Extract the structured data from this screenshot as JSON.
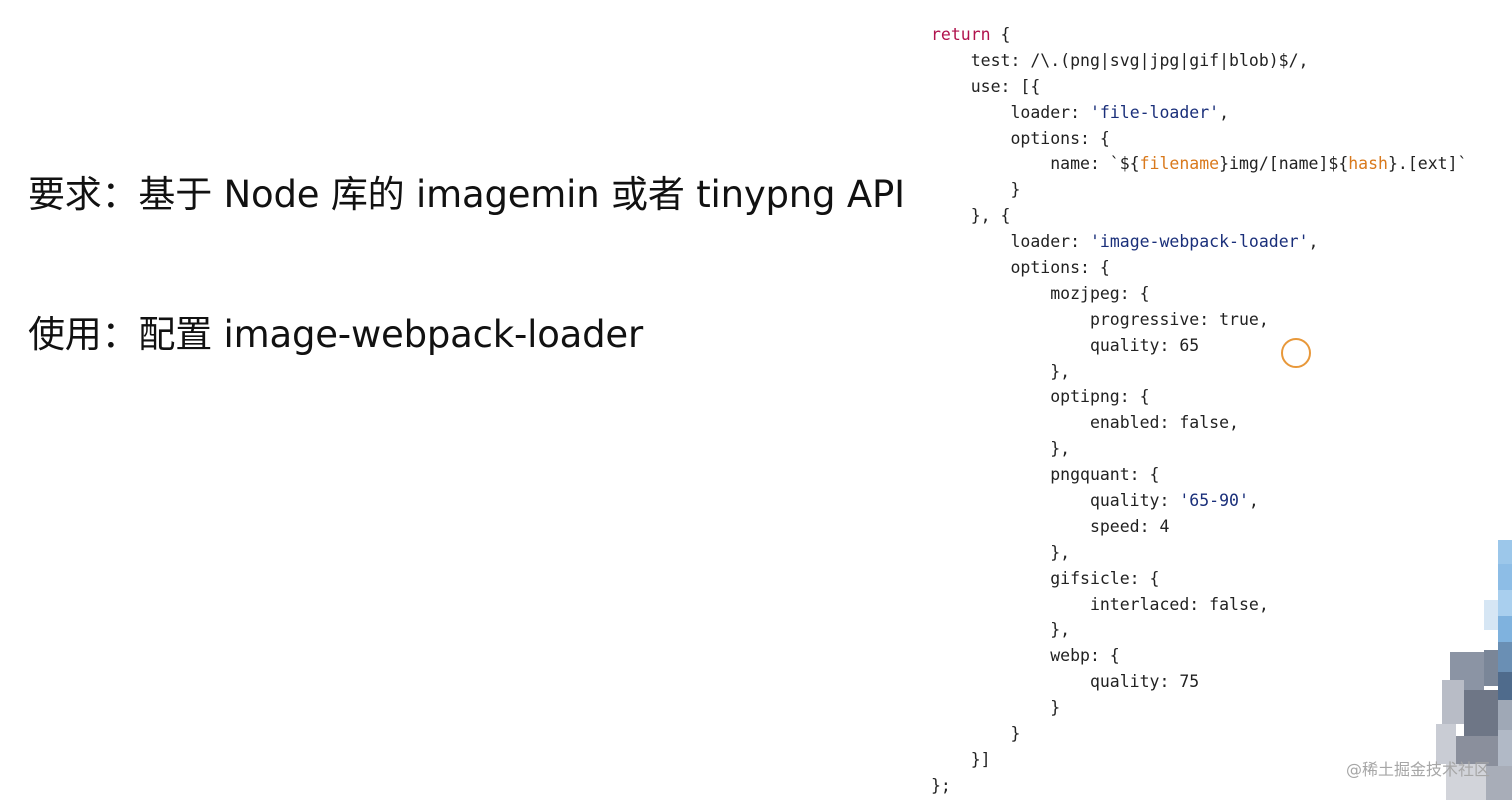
{
  "slide": {
    "requirement": "要求：基于 Node 库的 imagemin 或者 tinypng API",
    "usage": "使用：配置 image-webpack-loader"
  },
  "code_lines": [
    [
      {
        "t": "return",
        "c": "kw"
      },
      {
        "t": " {"
      }
    ],
    [
      {
        "t": "    test: /\\.(png|svg|jpg|gif|blob)$/,"
      }
    ],
    [
      {
        "t": "    use: [{"
      }
    ],
    [
      {
        "t": "        loader: "
      },
      {
        "t": "'file-loader'",
        "c": "str"
      },
      {
        "t": ","
      }
    ],
    [
      {
        "t": "        options: {"
      }
    ],
    [
      {
        "t": "            name: `${"
      },
      {
        "t": "filename",
        "c": "var"
      },
      {
        "t": "}img/[name]${"
      },
      {
        "t": "hash",
        "c": "var"
      },
      {
        "t": "}.[ext]`"
      }
    ],
    [
      {
        "t": "        }"
      }
    ],
    [
      {
        "t": "    }, {"
      }
    ],
    [
      {
        "t": "        loader: "
      },
      {
        "t": "'image-webpack-loader'",
        "c": "str"
      },
      {
        "t": ","
      }
    ],
    [
      {
        "t": "        options: {"
      }
    ],
    [
      {
        "t": "            mozjpeg: {"
      }
    ],
    [
      {
        "t": "                progressive: true,"
      }
    ],
    [
      {
        "t": "                quality: 65"
      }
    ],
    [
      {
        "t": "            },"
      }
    ],
    [
      {
        "t": "            optipng: {"
      }
    ],
    [
      {
        "t": "                enabled: false,"
      }
    ],
    [
      {
        "t": "            },"
      }
    ],
    [
      {
        "t": "            pngquant: {"
      }
    ],
    [
      {
        "t": "                quality: "
      },
      {
        "t": "'65-90'",
        "c": "str"
      },
      {
        "t": ","
      }
    ],
    [
      {
        "t": "                speed: 4"
      }
    ],
    [
      {
        "t": "            },"
      }
    ],
    [
      {
        "t": "            gifsicle: {"
      }
    ],
    [
      {
        "t": "                interlaced: false,"
      }
    ],
    [
      {
        "t": "            },"
      }
    ],
    [
      {
        "t": "            webp: {"
      }
    ],
    [
      {
        "t": "                quality: 75"
      }
    ],
    [
      {
        "t": "            }"
      }
    ],
    [
      {
        "t": "        }"
      }
    ],
    [
      {
        "t": "    }]"
      }
    ],
    [
      {
        "t": "};"
      }
    ]
  ],
  "watermark": "@稀土掘金技术社区",
  "colors": {
    "keyword": "#b0124c",
    "string": "#1a2f7a",
    "template_var": "#d9791c",
    "cursor_ring": "#e8983a"
  }
}
